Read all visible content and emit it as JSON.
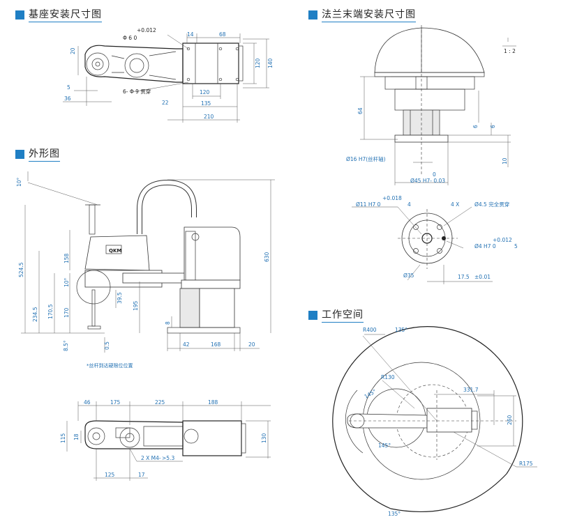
{
  "sections": {
    "base": "基座安装尺寸图",
    "flange": "法兰末端安装尺寸图",
    "outline": "外形图",
    "workspace": "工作空间"
  },
  "base": {
    "dims": [
      "+0.012",
      "Φ 6 0",
      "14",
      "68",
      "20",
      "120",
      "140",
      "5",
      "6- Φ 9 贯穿",
      "120",
      "36",
      "22",
      "135",
      "210"
    ]
  },
  "flange": {
    "scale": "1 : 2",
    "side_dims": [
      "64",
      "6",
      "6",
      "10",
      "Ø16 H7(丝杆轴)",
      "0",
      "Ø45 H7- 0.03"
    ],
    "bottom_dims": [
      "+0.018",
      "Ø11 H7 0",
      "4",
      "4 X",
      "Ø4.5 完全贯穿",
      "+0.012",
      "Ø4 H7 0",
      "5",
      "Ø35",
      "17.5",
      "±0.01"
    ]
  },
  "outline": {
    "logo": "QKM",
    "dims": [
      "10°",
      "524.5",
      "234.5",
      "170.5",
      "8.5°",
      "158",
      "10°",
      "170",
      "39.5",
      "195",
      "630",
      "8",
      "42",
      "168",
      "20",
      "0.5"
    ],
    "note": "*丝杆到达硬限位位置",
    "top_dims": [
      "46",
      "175",
      "225",
      "188",
      "18",
      "115",
      "130",
      "2 X M4-",
      ">5.3",
      "125",
      "17"
    ]
  },
  "workspace": {
    "dims": [
      "R400",
      "135°",
      "R130",
      "331.7",
      "145°",
      "260",
      "145°",
      "R175",
      "135°"
    ]
  }
}
